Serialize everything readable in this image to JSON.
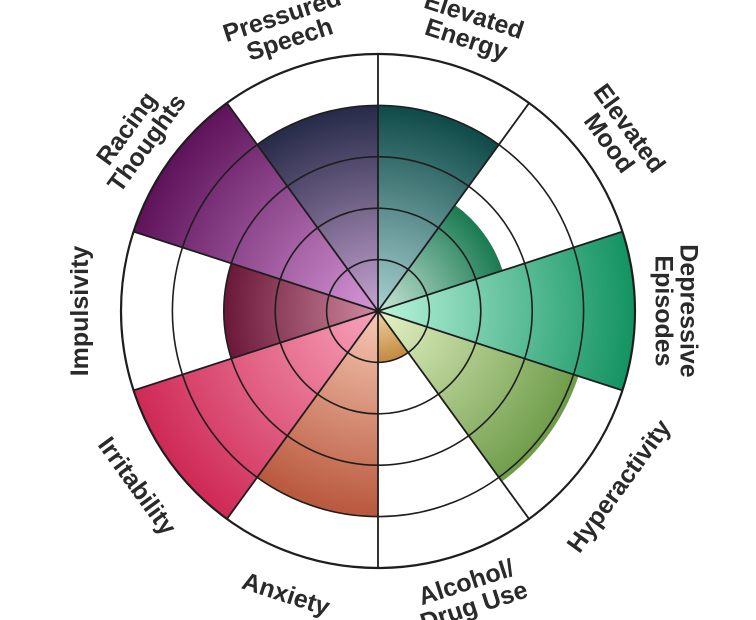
{
  "chart_data": {
    "type": "polar-area",
    "title": "",
    "rmax": 5,
    "rings": 5,
    "grid": true,
    "legend": "none",
    "categories": [
      {
        "label": [
          "Elevated",
          "Energy"
        ],
        "value": 4.0,
        "colors": [
          "#a9d1d1",
          "#0e4a49"
        ]
      },
      {
        "label": [
          "Elevated",
          "Mood"
        ],
        "value": 2.55,
        "colors": [
          "#c9e7d8",
          "#1a7a52"
        ]
      },
      {
        "label": [
          "Depressive",
          "Episodes"
        ],
        "value": 5.0,
        "colors": [
          "#b9f4dc",
          "#149362"
        ]
      },
      {
        "label": [
          "Hyperactivity"
        ],
        "value": 4.1,
        "colors": [
          "#e6f2c6",
          "#6e9c49"
        ]
      },
      {
        "label": [
          "Alcohol/",
          "Drug Use"
        ],
        "value": 1.0,
        "colors": [
          "#f0d6a8",
          "#c3883f"
        ]
      },
      {
        "label": [
          "Anxiety"
        ],
        "value": 4.0,
        "colors": [
          "#f6c9b5",
          "#b9583d"
        ]
      },
      {
        "label": [
          "Irritability"
        ],
        "value": 5.0,
        "colors": [
          "#f7a3ba",
          "#cf2956"
        ]
      },
      {
        "label": [
          "Impulsivity"
        ],
        "value": 3.0,
        "colors": [
          "#cf8aa0",
          "#6b1838"
        ]
      },
      {
        "label": [
          "Racing",
          "Thoughts"
        ],
        "value": 5.0,
        "colors": [
          "#d597d7",
          "#5e125a"
        ]
      },
      {
        "label": [
          "Pressured",
          "Speech"
        ],
        "value": 4.0,
        "colors": [
          "#c7a3d1",
          "#262a48"
        ]
      }
    ]
  }
}
